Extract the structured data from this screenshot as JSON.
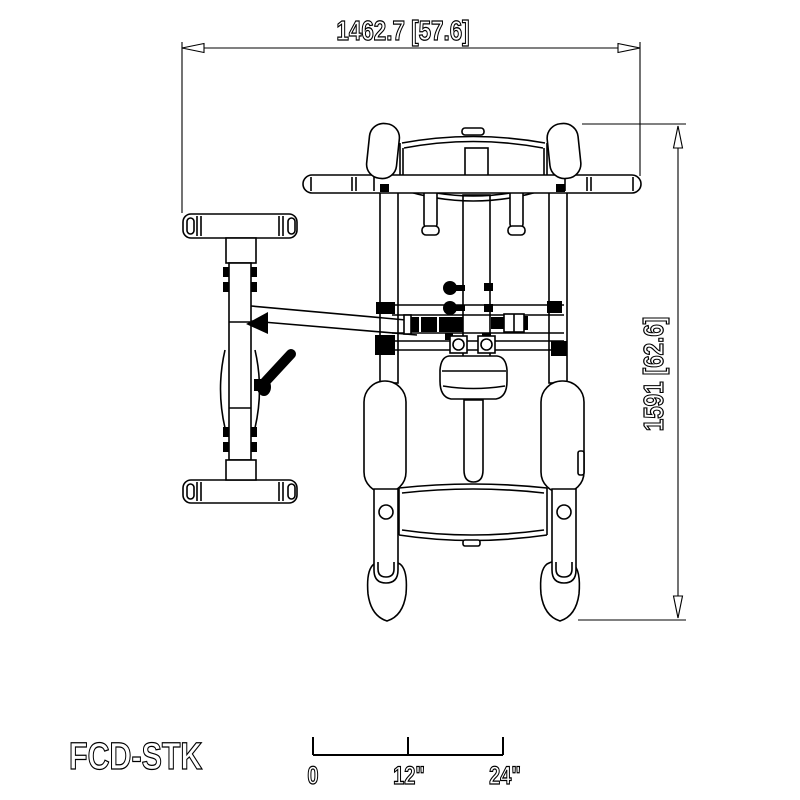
{
  "drawing": {
    "model_label": "FCD-STK",
    "dimensions": {
      "width_mm_in": "1462.7 [57.6]",
      "depth_mm_in": "1591 [62.6]"
    },
    "scale_bar": {
      "labels": [
        "0",
        "12\"",
        "24\""
      ]
    },
    "colors": {
      "line": "#000000",
      "background": "#ffffff"
    }
  }
}
